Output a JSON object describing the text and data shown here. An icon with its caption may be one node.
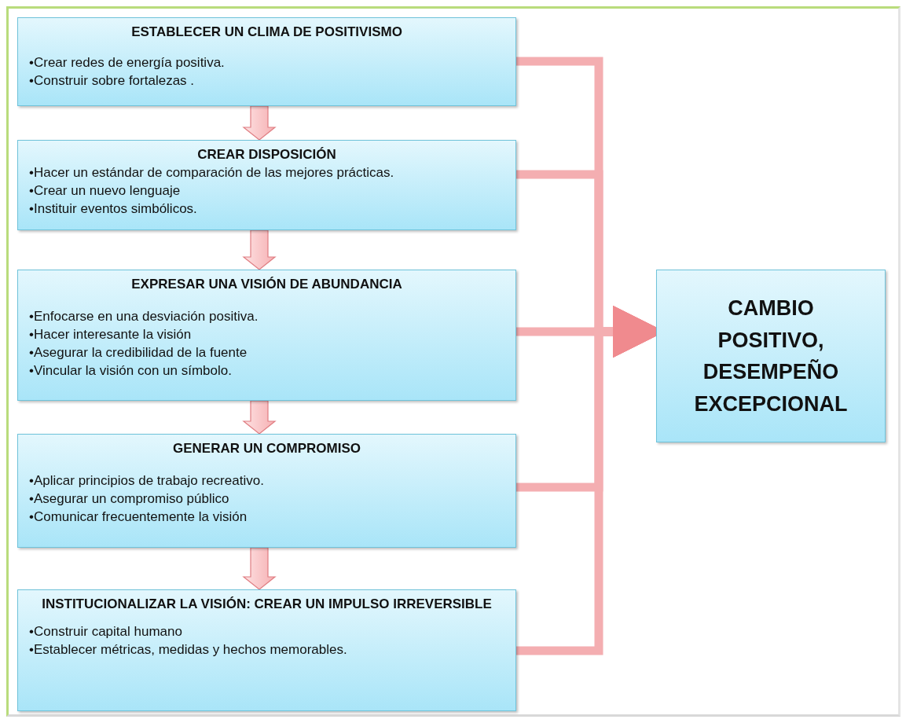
{
  "diagram": {
    "nodes": [
      {
        "text": [
          "ESTABLECER  UN CLIMA DE POSITIVISMO",
          "•Crear redes de energía positiva.",
          "•Construir sobre fortalezas ."
        ]
      },
      {
        "text": [
          "CREAR DISPOSICIÓN",
          "•Hacer un estándar de comparación de las mejores prácticas.",
          "•Crear un nuevo lenguaje",
          "•Instituir eventos simbólicos."
        ]
      },
      {
        "text": [
          "EXPRESAR UNA VISIÓN DE ABUNDANCIA",
          "•Enfocarse en una desviación positiva.",
          "•Hacer interesante la visión",
          "•Asegurar la credibilidad de la fuente",
          "•Vincular la visión con un símbolo."
        ]
      },
      {
        "text": [
          "GENERAR UN COMPROMISO",
          "•Aplicar principios de trabajo recreativo.",
          "•Asegurar un compromiso público",
          "•Comunicar frecuentemente la visión"
        ]
      },
      {
        "text": [
          "INSTITUCIONALIZAR LA VISIÓN: CREAR UN IMPULSO IRREVERSIBLE",
          "•Construir capital humano",
          "•Establecer métricas, medidas y hechos memorables."
        ]
      },
      {
        "text": [
          "CAMBIO POSITIVO, DESEMPEÑO EXCEPCIONAL"
        ]
      }
    ],
    "edges": [
      {
        "from": 0,
        "to": 1,
        "arrow": "to"
      },
      {
        "from": 1,
        "to": 2,
        "arrow": "to"
      },
      {
        "from": 2,
        "to": 3,
        "arrow": "to"
      },
      {
        "from": 3,
        "to": 4,
        "arrow": "to"
      },
      {
        "from": 0,
        "to": 5,
        "arrow": "to"
      },
      {
        "from": 1,
        "to": 5,
        "arrow": "to"
      },
      {
        "from": 2,
        "to": 5,
        "arrow": "to"
      },
      {
        "from": 3,
        "to": 5,
        "arrow": "to"
      },
      {
        "from": 4,
        "to": 5,
        "arrow": "to"
      }
    ]
  }
}
